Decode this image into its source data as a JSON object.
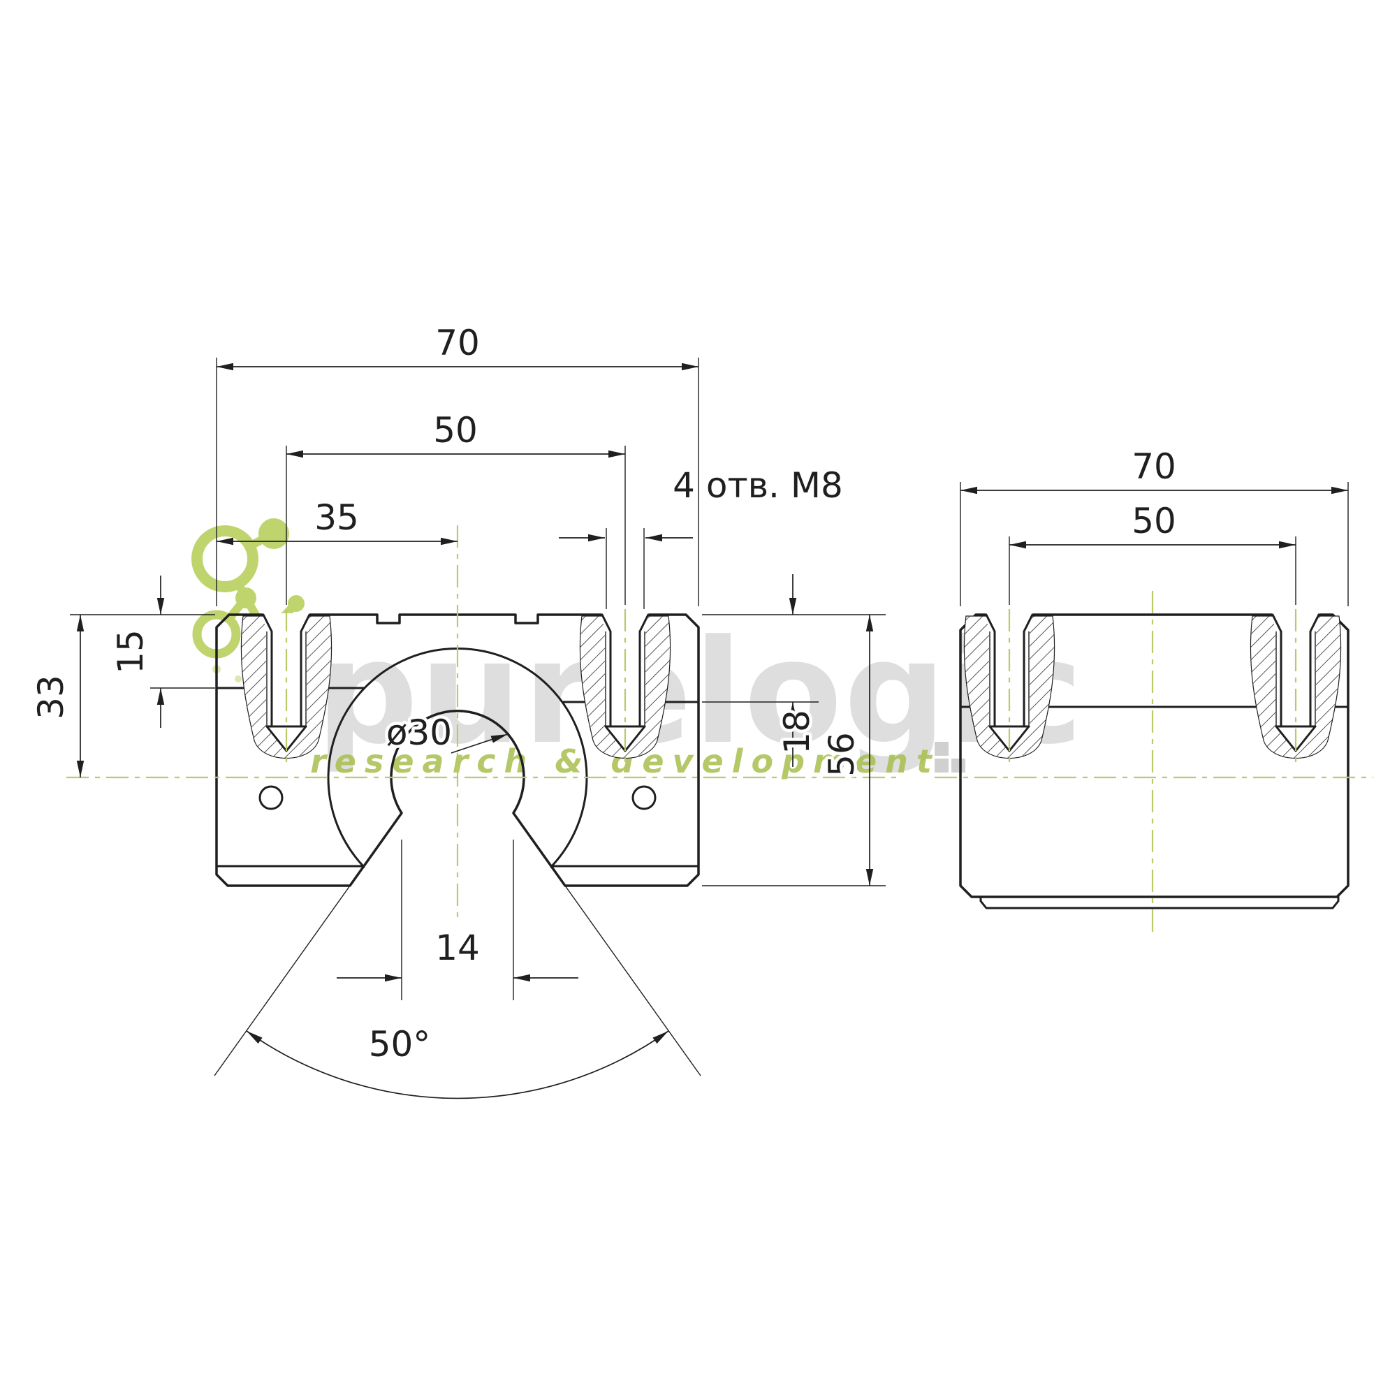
{
  "watermark": {
    "brand": "purelogic",
    "tagline": "research & development"
  },
  "front_view": {
    "dims": {
      "overall_width": "70",
      "hole_spacing": "50",
      "center_to_edge": "35",
      "holes_note": "4 отв. M8",
      "edge_depth": "15",
      "axis_depth": "33",
      "bore_diameter": "ø30",
      "slot_width": "14",
      "slot_angle": "50°",
      "step_depth": "18",
      "overall_height": "56"
    }
  },
  "side_view": {
    "dims": {
      "overall_width": "70",
      "hole_spacing": "50"
    }
  },
  "colors": {
    "line": "#1f1f1f",
    "centerline": "#bcc966",
    "accent_green": "#a9bf4e",
    "watermark_gray": "#9a9a9a"
  }
}
